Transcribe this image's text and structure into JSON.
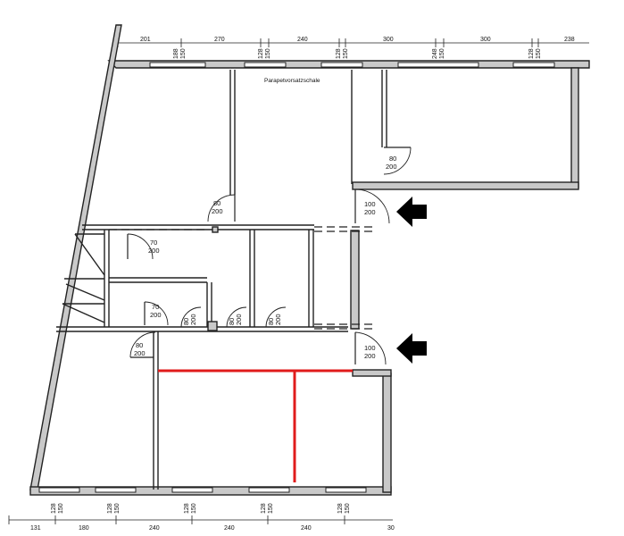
{
  "plan": {
    "label_parapet": "Parapetvorsatzschale",
    "top_dimensions": [
      "201",
      "270",
      "240",
      "300",
      "300",
      "238"
    ],
    "bottom_dimensions": [
      "131",
      "180",
      "240",
      "240",
      "240",
      "30"
    ],
    "top_window_labels": [
      [
        "188",
        "150"
      ],
      [
        "128",
        "150"
      ],
      [
        "128",
        "150"
      ],
      [
        "248",
        "150"
      ],
      [
        "128",
        "150"
      ]
    ],
    "bottom_window_labels": [
      [
        "128",
        "150"
      ],
      [
        "128",
        "150"
      ],
      [
        "128",
        "150"
      ],
      [
        "128",
        "150"
      ],
      [
        "128",
        "150"
      ]
    ],
    "doors": [
      {
        "w": "80",
        "h": "200"
      },
      {
        "w": "80",
        "h": "200"
      },
      {
        "w": "100",
        "h": "200"
      },
      {
        "w": "70",
        "h": "200"
      },
      {
        "w": "70",
        "h": "200"
      },
      {
        "w": "80",
        "h": "200"
      },
      {
        "w": "80",
        "h": "200"
      },
      {
        "w": "80",
        "h": "200"
      },
      {
        "w": "80",
        "h": "200"
      },
      {
        "w": "100",
        "h": "200"
      }
    ],
    "colors": {
      "highlight": "#e01b1b",
      "wall_fill": "#c9c9c9",
      "arrow": "#000000"
    }
  }
}
